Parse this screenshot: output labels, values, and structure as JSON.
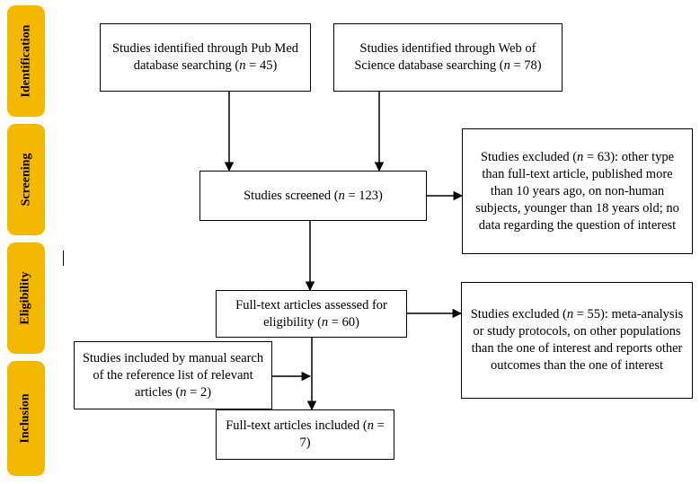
{
  "phases": [
    "Identification",
    "Screening",
    "Eligibility",
    "Inclusion"
  ],
  "boxes": {
    "pubmed": {
      "pre": "Studies identified through Pub Med database searching (",
      "n": "n",
      "post": " = 45)"
    },
    "wos": {
      "pre": "Studies identified through Web of Science database searching (",
      "n": "n",
      "post": " = 78)"
    },
    "screened": {
      "pre": "Studies screened (",
      "n": "n",
      "post": " = 123)"
    },
    "excluded1": {
      "pre": "Studies excluded (",
      "n": "n",
      "post": " = 63): other type than full-text article, published more than 10 years ago, on non-human subjects, younger than 18 years old; no data regarding the question of interest"
    },
    "assessed": {
      "pre": "Full-text articles assessed for eligibility (",
      "n": "n",
      "post": " = 60)"
    },
    "excluded2": {
      "pre": "Studies excluded (",
      "n": "n",
      "post": " = 55): meta-analysis or study protocols, on other populations than the one of interest and reports other outcomes than the one of interest"
    },
    "manual": {
      "pre": "Studies included by manual search of the reference list of relevant articles (",
      "n": "n",
      "post": " = 2)"
    },
    "included": {
      "pre": "Full-text articles included (",
      "n": "n",
      "post": " = 7)"
    }
  }
}
